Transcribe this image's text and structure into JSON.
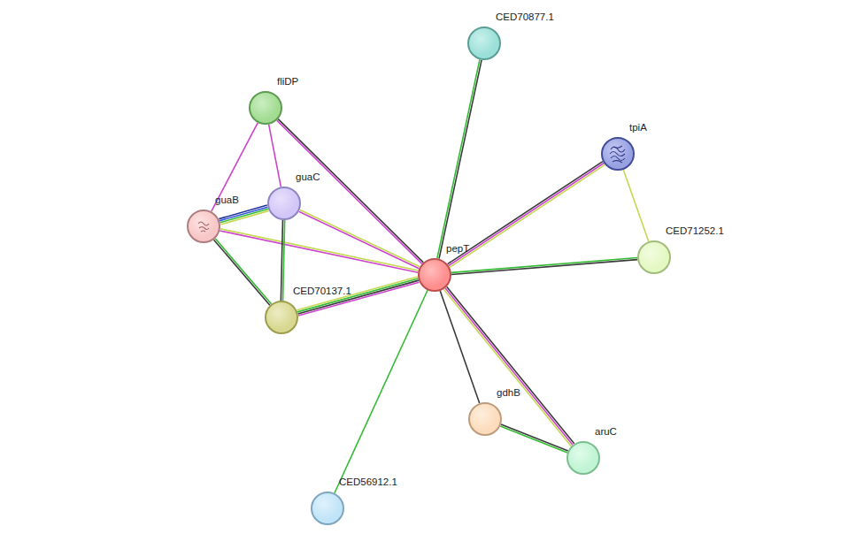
{
  "diagram": {
    "nodes": [
      {
        "text": [
          "CED70877.1"
        ]
      },
      {
        "text": [
          "fliDP"
        ]
      },
      {
        "text": [
          "tpiA"
        ]
      },
      {
        "text": [
          "guaC"
        ]
      },
      {
        "text": [
          "guaB"
        ]
      },
      {
        "text": [
          "CED71252.1"
        ]
      },
      {
        "text": [
          "pepT"
        ]
      },
      {
        "text": [
          "CED70137.1"
        ]
      },
      {
        "text": [
          "gdhB"
        ]
      },
      {
        "text": [
          "aruC"
        ]
      },
      {
        "text": [
          "CED56912.1"
        ]
      }
    ],
    "edges": [
      {
        "from": 6,
        "to": 0,
        "arrow": "none"
      },
      {
        "from": 6,
        "to": 1,
        "arrow": "none"
      },
      {
        "from": 6,
        "to": 2,
        "arrow": "none"
      },
      {
        "from": 6,
        "to": 3,
        "arrow": "none"
      },
      {
        "from": 6,
        "to": 4,
        "arrow": "none"
      },
      {
        "from": 6,
        "to": 5,
        "arrow": "none"
      },
      {
        "from": 6,
        "to": 7,
        "arrow": "none"
      },
      {
        "from": 6,
        "to": 8,
        "arrow": "none"
      },
      {
        "from": 6,
        "to": 9,
        "arrow": "none"
      },
      {
        "from": 6,
        "to": 10,
        "arrow": "none"
      },
      {
        "from": 2,
        "to": 5,
        "arrow": "none"
      },
      {
        "from": 1,
        "to": 3,
        "arrow": "none"
      },
      {
        "from": 1,
        "to": 4,
        "arrow": "none"
      },
      {
        "from": 3,
        "to": 4,
        "arrow": "none"
      },
      {
        "from": 3,
        "to": 7,
        "arrow": "none"
      },
      {
        "from": 4,
        "to": 7,
        "arrow": "none"
      },
      {
        "from": 8,
        "to": 9,
        "arrow": "none"
      }
    ]
  }
}
